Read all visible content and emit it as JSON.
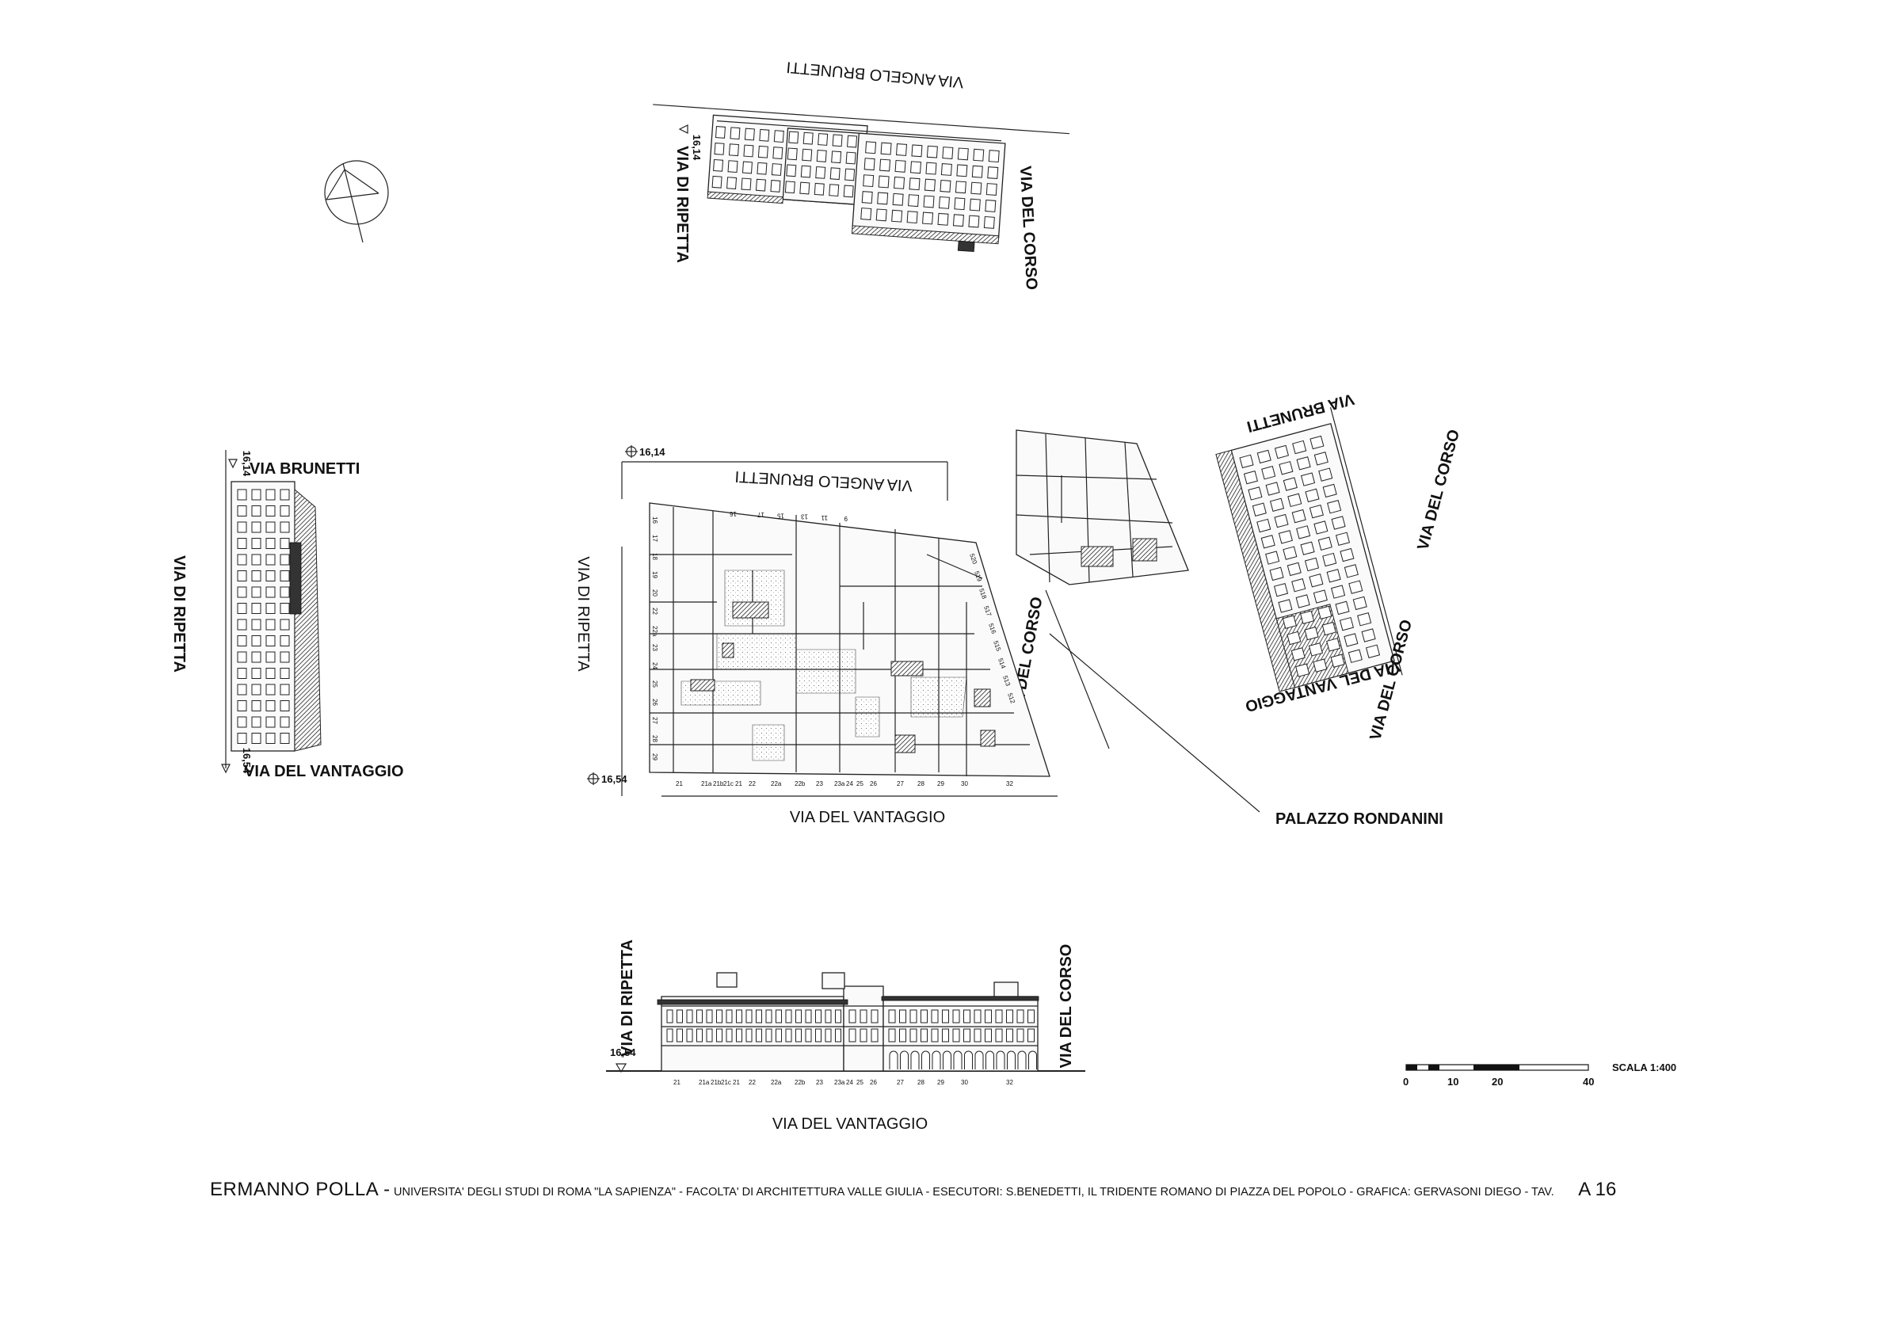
{
  "streets": {
    "via_angelo_brunetti": "VIA ANGELO BRUNETTI",
    "via_di_ripetta": "VIA DI RIPETTA",
    "via_del_corso": "VIA DEL CORSO",
    "via_brunetti": "VIA BRUNETTI",
    "via_del_vantaggio": "VIA DEL VANTAGGIO"
  },
  "building_label": "PALAZZO RONDANINI",
  "elevations": {
    "e1614": "16,14",
    "e1654": "16,54"
  },
  "house_numbers": {
    "vantaggio_plan": [
      "21",
      "21a",
      "21b",
      "21c",
      "21",
      "22",
      "22a",
      "22b",
      "23",
      "23a",
      "24",
      "25",
      "26",
      "27",
      "28",
      "29",
      "30",
      "32"
    ],
    "vantaggio_elev": [
      "21",
      "21a",
      "21b",
      "21c",
      "21",
      "22",
      "22a",
      "22b",
      "23",
      "23a",
      "24",
      "25",
      "26",
      "27",
      "28",
      "29",
      "30",
      "32"
    ],
    "ripetta": [
      "16",
      "17",
      "18",
      "19",
      "20",
      "22",
      "22a",
      "23",
      "24",
      "25",
      "26",
      "27",
      "28",
      "29"
    ],
    "brunetti": [
      "16",
      "17",
      "15",
      "13",
      "11",
      "9"
    ],
    "corso": [
      "520",
      "519",
      "518",
      "517",
      "516",
      "515",
      "514",
      "513",
      "512"
    ]
  },
  "scale_bar": {
    "label": "SCALA 1:400",
    "ticks": [
      "0",
      "10",
      "20",
      "40"
    ]
  },
  "footer": {
    "author": "ERMANNO POLLA -",
    "credits": "UNIVERSITA' DEGLI STUDI DI ROMA  \"LA SAPIENZA\" - FACOLTA' DI ARCHITETTURA VALLE GIULIA - ESECUTORI: S.BENEDETTI, IL TRIDENTE ROMANO DI PIAZZA DEL POPOLO - GRAFICA: GERVASONI DIEGO - TAV.",
    "tav": "A 16"
  }
}
